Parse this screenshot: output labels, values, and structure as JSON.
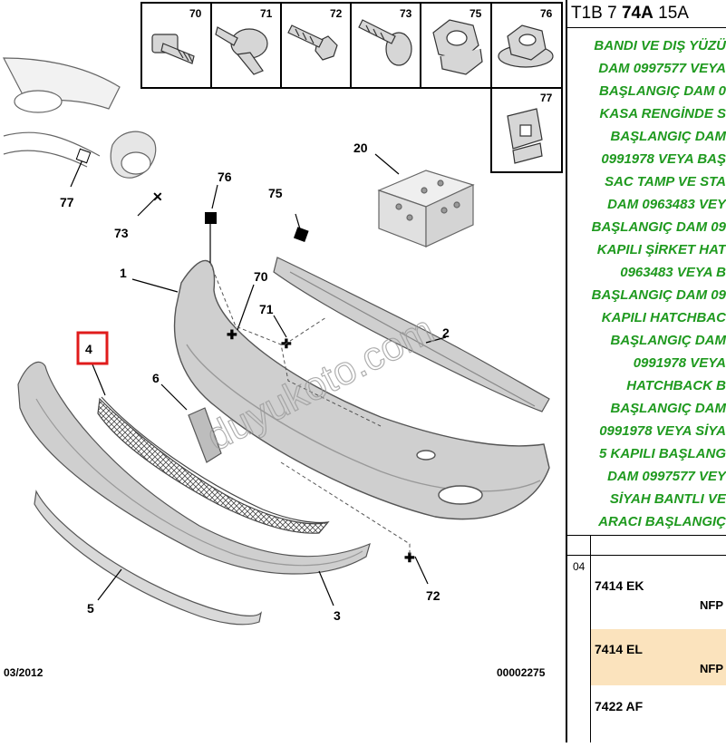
{
  "header": {
    "part1": "T1B 7",
    "part2": "74A",
    "part3": "15A"
  },
  "description_lines": [
    "BANDI VE DIŞ YÜZÜ",
    "DAM 0997577 VEYA",
    "BAŞLANGIÇ DAM 0",
    "KASA RENGİNDE S",
    "BAŞLANGIÇ DAM",
    "0991978 VEYA BAŞ",
    "SAC TAMP VE STA",
    "DAM 0963483 VEY",
    "BAŞLANGIÇ DAM 09",
    "KAPILI ŞİRKET HAT",
    "0963483 VEYA B",
    "BAŞLANGIÇ DAM 09",
    "KAPILI HATCHBAC",
    "BAŞLANGIÇ DAM",
    "0991978 VEYA",
    "HATCHBACK B",
    "BAŞLANGIÇ DAM",
    "0991978 VEYA SİYA",
    "5 KAPILI BAŞLANG",
    "DAM 0997577 VEY",
    "SİYAH BANTLI VE",
    "ARACI BAŞLANGIÇ"
  ],
  "table": {
    "code": "04",
    "rows": [
      {
        "ref": "7414 EK",
        "nf": "NFP",
        "highlight": false
      },
      {
        "ref": "7414 EL",
        "nf": "NFP",
        "highlight": true
      },
      {
        "ref": "7422 AF",
        "nf": "",
        "highlight": false
      }
    ]
  },
  "diagram": {
    "date": "03/2012",
    "drawing_number": "00002275",
    "watermark": "duyukoto.com",
    "fastener_labels": [
      "70",
      "71",
      "72",
      "73",
      "75",
      "76",
      "77"
    ],
    "callouts": {
      "c1": "1",
      "c2": "2",
      "c3": "3",
      "c4": "4",
      "c5": "5",
      "c6": "6",
      "c20": "20",
      "c70": "70",
      "c71": "71",
      "c72": "72",
      "c73": "73",
      "c75": "75",
      "c76": "76",
      "c77": "77"
    },
    "highlighted_callout": "4",
    "highlight_color": "#e01b1b",
    "text_color_green": "#1f9a1f",
    "row_highlight_color": "#fbe3bd"
  }
}
